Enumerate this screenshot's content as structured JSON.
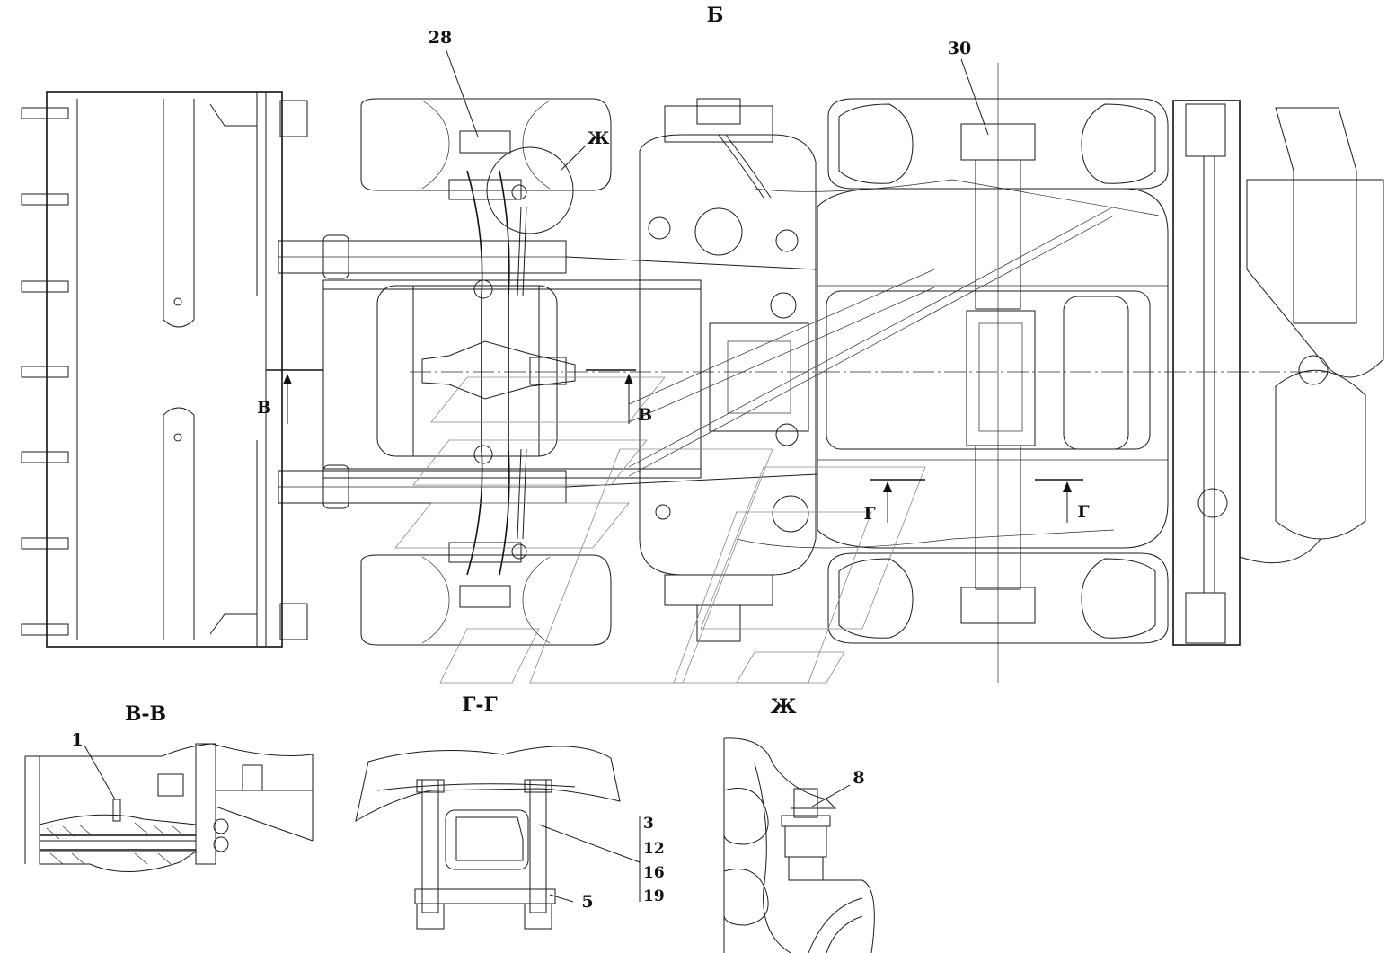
{
  "view_labels": {
    "top_view": "Б",
    "section_vv": "В-В",
    "section_gg": "Г-Г",
    "detail_zh": "Ж"
  },
  "section_marks": {
    "v_left": "В",
    "v_right": "В",
    "g_left": "Г",
    "g_right": "Г",
    "zh_callout": "Ж"
  },
  "callouts": {
    "p28": "28",
    "p30": "30",
    "p1": "1",
    "p8": "8",
    "p5": "5",
    "stack": [
      "3",
      "12",
      "16",
      "19"
    ]
  }
}
